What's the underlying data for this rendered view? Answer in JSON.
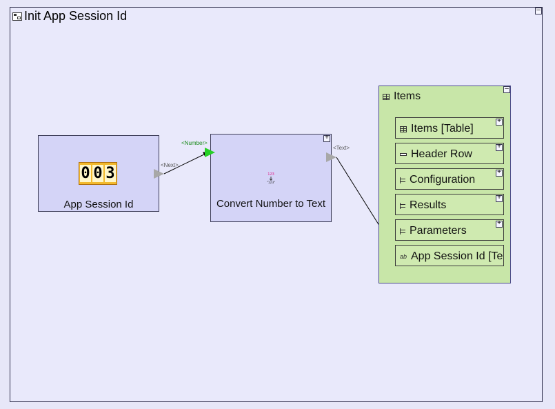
{
  "frame": {
    "title": "Init App Session Id"
  },
  "nodes": {
    "app_session": {
      "label": "App Session Id",
      "counter_digits": [
        "0",
        "0",
        "3"
      ],
      "out_port": "<Next>"
    },
    "convert": {
      "label": "Convert Number to Text",
      "in_port": "<Number>",
      "out_port": "<Text>"
    }
  },
  "items_group": {
    "title": "Items",
    "children": [
      {
        "label": "Items [Table]",
        "icon": "table-icon",
        "expandable": true
      },
      {
        "label": "Header Row",
        "icon": "row-icon",
        "expandable": true
      },
      {
        "label": "Configuration",
        "icon": "structure-icon",
        "expandable": true
      },
      {
        "label": "Results",
        "icon": "structure-icon",
        "expandable": true
      },
      {
        "label": "Parameters",
        "icon": "structure-icon",
        "expandable": true
      },
      {
        "label": "App Session Id [Te",
        "icon": "text-icon",
        "expandable": false
      }
    ]
  },
  "colors": {
    "background": "#e7e7f8",
    "node_fill": "#d4d4f7",
    "group_fill": "#c8e6a8",
    "in_port": "#25d025",
    "out_port": "#a8a8a8"
  }
}
